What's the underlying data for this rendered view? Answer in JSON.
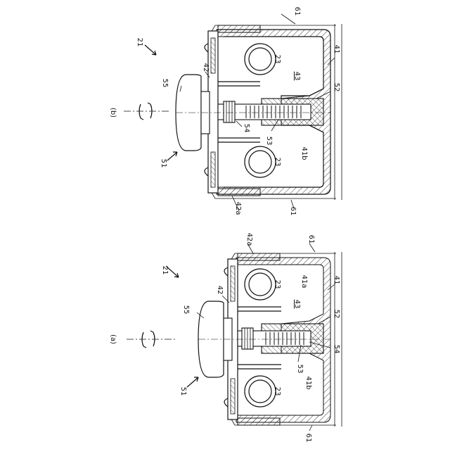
{
  "figure_a": {
    "panel_label": "(a)",
    "labels": {
      "assembly": "21",
      "housing": "41",
      "housing_rib_upper": "41a",
      "housing_rib_lower": "41b",
      "plate": "42",
      "plate_edge": "42a",
      "case_inner": "43",
      "pipe_upper": "23",
      "pipe_lower": "23",
      "adjuster": "51",
      "nut_boss": "52",
      "screw": "53",
      "collar": "54",
      "knob": "55",
      "cover_top": "61",
      "cover_bottom": "61"
    }
  },
  "figure_b": {
    "panel_label": "(b)",
    "labels": {
      "assembly": "21",
      "housing": "41",
      "housing_rib_lower": "41b",
      "plate": "42",
      "plate_edge": "42a",
      "case_inner": "43",
      "pipe_upper": "23",
      "pipe_lower": "23",
      "adjuster": "51",
      "nut_boss": "52",
      "screw": "53",
      "collar": "54",
      "knob": "55",
      "cover_top": "61",
      "cover_bottom": "61"
    }
  }
}
